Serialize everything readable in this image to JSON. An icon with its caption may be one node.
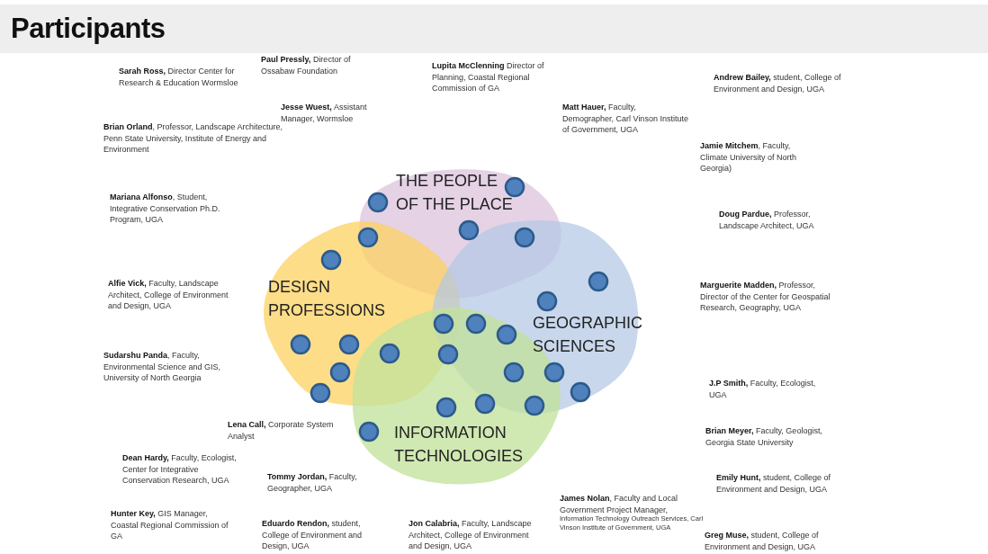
{
  "diagram": {
    "title": "Participants",
    "nodes": [
      {
        "text": [
          "THE PEOPLE OF THE PLACE"
        ]
      },
      {
        "text": [
          "DESIGN PROFESSIONS"
        ]
      },
      {
        "text": [
          "GEOGRAPHIC SCIENCES"
        ]
      },
      {
        "text": [
          "INFORMATION TECHNOLOGIES"
        ]
      }
    ],
    "edges": [],
    "labels": [
      "**Paul Pressly,** Director of Ossabaw Foundation",
      "**Lupita McClenning** Director of Planning, Coastal Regional Commission of GA",
      "**Sarah Ross,** Director Center for Research & Education Wormsloe",
      "**Andrew Bailey,** student, College of Environment and Design, UGA",
      "**Jesse Wuest,** Assistant Manager, Wormsloe",
      "**Matt Hauer,** Faculty, Demographer, Carl Vinson Institute of Government, UGA",
      "**Brian Orland**, Professor, Landscape Architecture, Penn State University, Institute of Energy and Environment",
      "**Jamie Mitchem**, Faculty, Climate University of North Georgia)",
      "**Mariana Alfonso**, Student, Integrative Conservation Ph.D. Program, UGA",
      "**Doug Pardue,** Professor, Landscape Architect, UGA",
      "**Alfie Vick,** Faculty, Landscape Architect, College of Environment and Design, UGA",
      "**Marguerite Madden,** Professor, Director of the Center for Geospatial Research, Geography, UGA",
      "**Sudarshu Panda**, Faculty, Environmental Science and GIS, University of North Georgia",
      "**J.P Smith,** Faculty, Ecologist, UGA",
      "**Lena Call,** Corporate System Analyst",
      "**Brian Meyer,** Faculty, Geologist, Georgia State University",
      "**Dean Hardy,** Faculty, Ecologist, Center for Integrative Conservation Research, UGA",
      "**Tommy Jordan,** Faculty, Geographer, UGA",
      "**Emily Hunt,** student, College of Environment and Design, UGA",
      "**James Nolan**, Faculty and Local Government Project Manager,",
      "Information Technology Outreach Services, Carl Vinson Institute of Government, UGA",
      "**Hunter Key,** GIS Manager, Coastal Regional Commission of GA",
      "**Eduardo Rendon,** student, College of Environment and Design, UGA",
      "**Jon Calabria,** Faculty, Landscape Architect, College of Environment and Design, UGA",
      "**Greg Muse,** student, College of Environment and Design, UGA"
    ]
  }
}
